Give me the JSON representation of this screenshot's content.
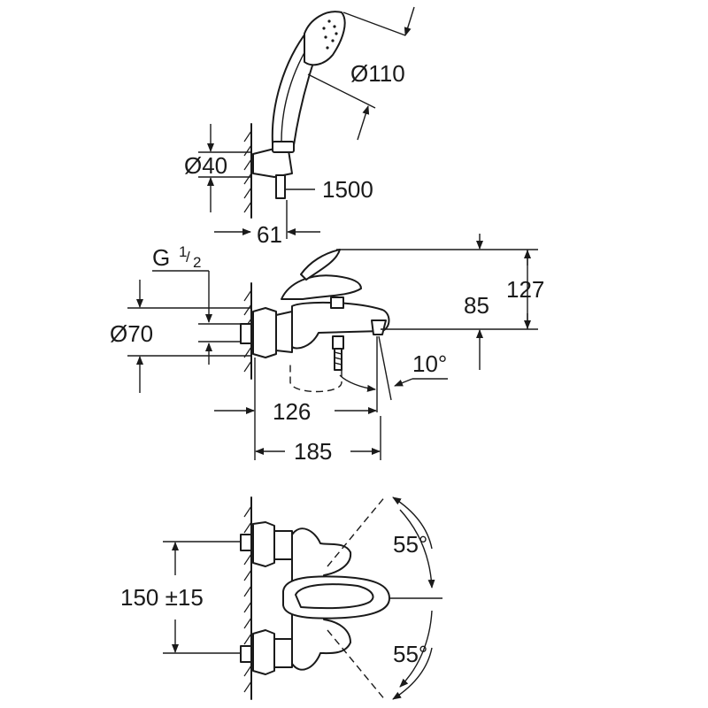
{
  "dimensions": {
    "head_diameter": "Ø110",
    "holder_diameter": "Ø40",
    "hose_length": "1500",
    "holder_depth": "61",
    "thread_main": "G",
    "thread_sup": "1",
    "thread_sub": "2",
    "spout_height": "85",
    "total_height": "127",
    "flange_diameter": "Ø70",
    "spout_angle": "10°",
    "spout_reach": "126",
    "total_reach": "185",
    "inlet_spacing": "150 ±15",
    "lever_angle_top": "55°",
    "lever_angle_bottom": "55°"
  }
}
